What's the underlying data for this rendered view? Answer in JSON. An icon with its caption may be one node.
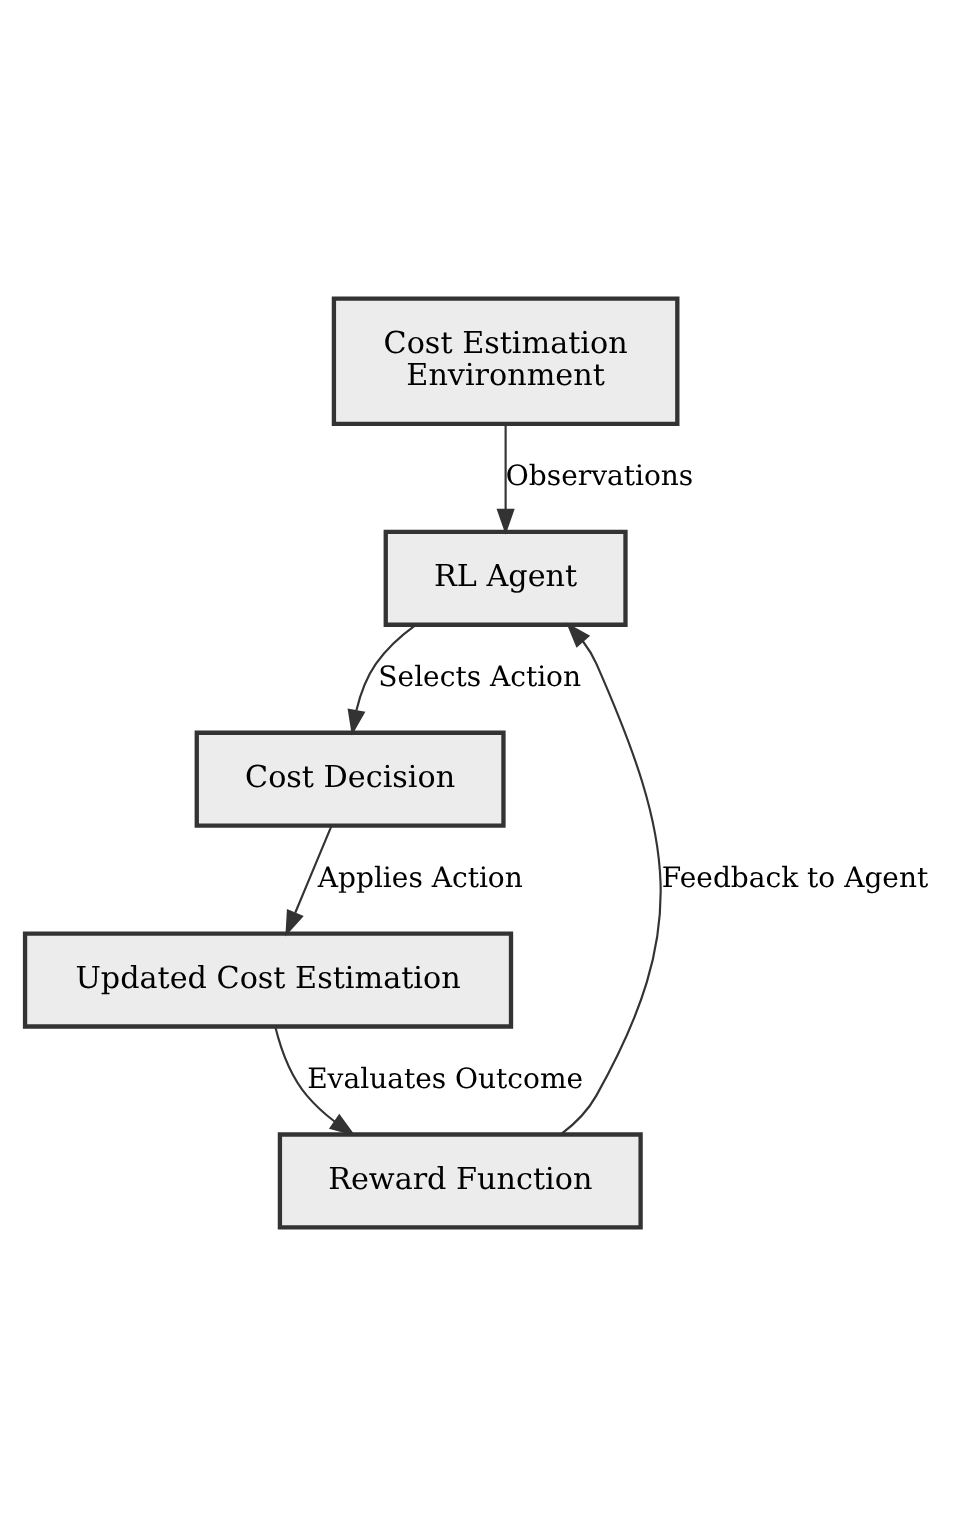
{
  "diagram": {
    "nodes": [
      {
        "text": [
          "Cost Estimation Environment"
        ]
      },
      {
        "text": [
          "RL Agent"
        ]
      },
      {
        "text": [
          "Cost Decision"
        ]
      },
      {
        "text": [
          "Updated Cost Estimation"
        ]
      },
      {
        "text": [
          "Reward Function"
        ]
      }
    ],
    "edges": [
      {
        "from": 0,
        "to": 1,
        "arrow": "to",
        "label": "Observations"
      },
      {
        "from": 1,
        "to": 2,
        "arrow": "to",
        "label": "Selects Action"
      },
      {
        "from": 2,
        "to": 3,
        "arrow": "to",
        "label": "Applies Action"
      },
      {
        "from": 3,
        "to": 4,
        "arrow": "to",
        "label": "Evaluates Outcome"
      },
      {
        "from": 4,
        "to": 1,
        "arrow": "to",
        "label": "Feedback to Agent"
      }
    ]
  }
}
